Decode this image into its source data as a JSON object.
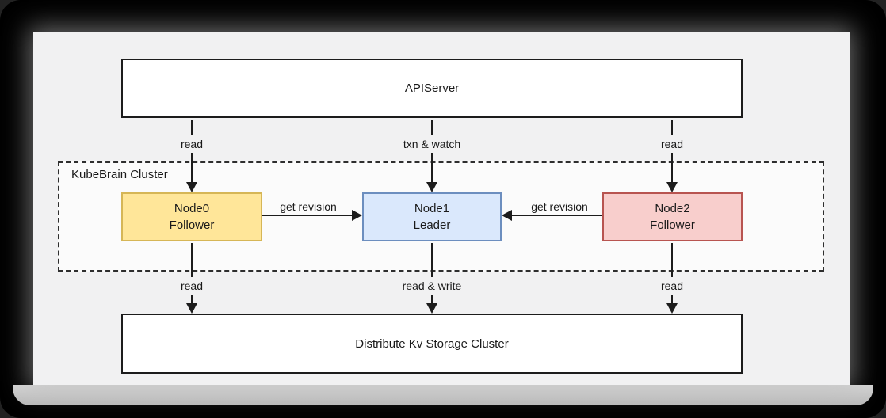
{
  "diagram": {
    "cluster": {
      "label": "KubeBrain Cluster"
    },
    "apiserver": {
      "label": "APIServer"
    },
    "storage": {
      "label": "Distribute Kv Storage Cluster"
    },
    "nodes": [
      {
        "name": "Node0",
        "role": "Follower",
        "fill": "#ffe699",
        "border": "#d6b656"
      },
      {
        "name": "Node1",
        "role": "Leader",
        "fill": "#dae8fc",
        "border": "#6c8ebf"
      },
      {
        "name": "Node2",
        "role": "Follower",
        "fill": "#f8cecc",
        "border": "#b85450"
      }
    ],
    "edges": {
      "api_to_node0": "read",
      "api_to_node1": "txn & watch",
      "api_to_node2": "read",
      "node0_to_node1": "get revision",
      "node2_to_node1": "get revision",
      "node0_to_storage": "read",
      "node1_to_storage": "read & write",
      "node2_to_storage": "read"
    },
    "colors": {
      "frame_bg": "#000000",
      "slide_bg": "#f1f1f2",
      "cluster_bg": "#fbfbfb",
      "band": "#c6c6c6",
      "line": "#1c1c1c",
      "text": "#1a1a1a"
    }
  }
}
